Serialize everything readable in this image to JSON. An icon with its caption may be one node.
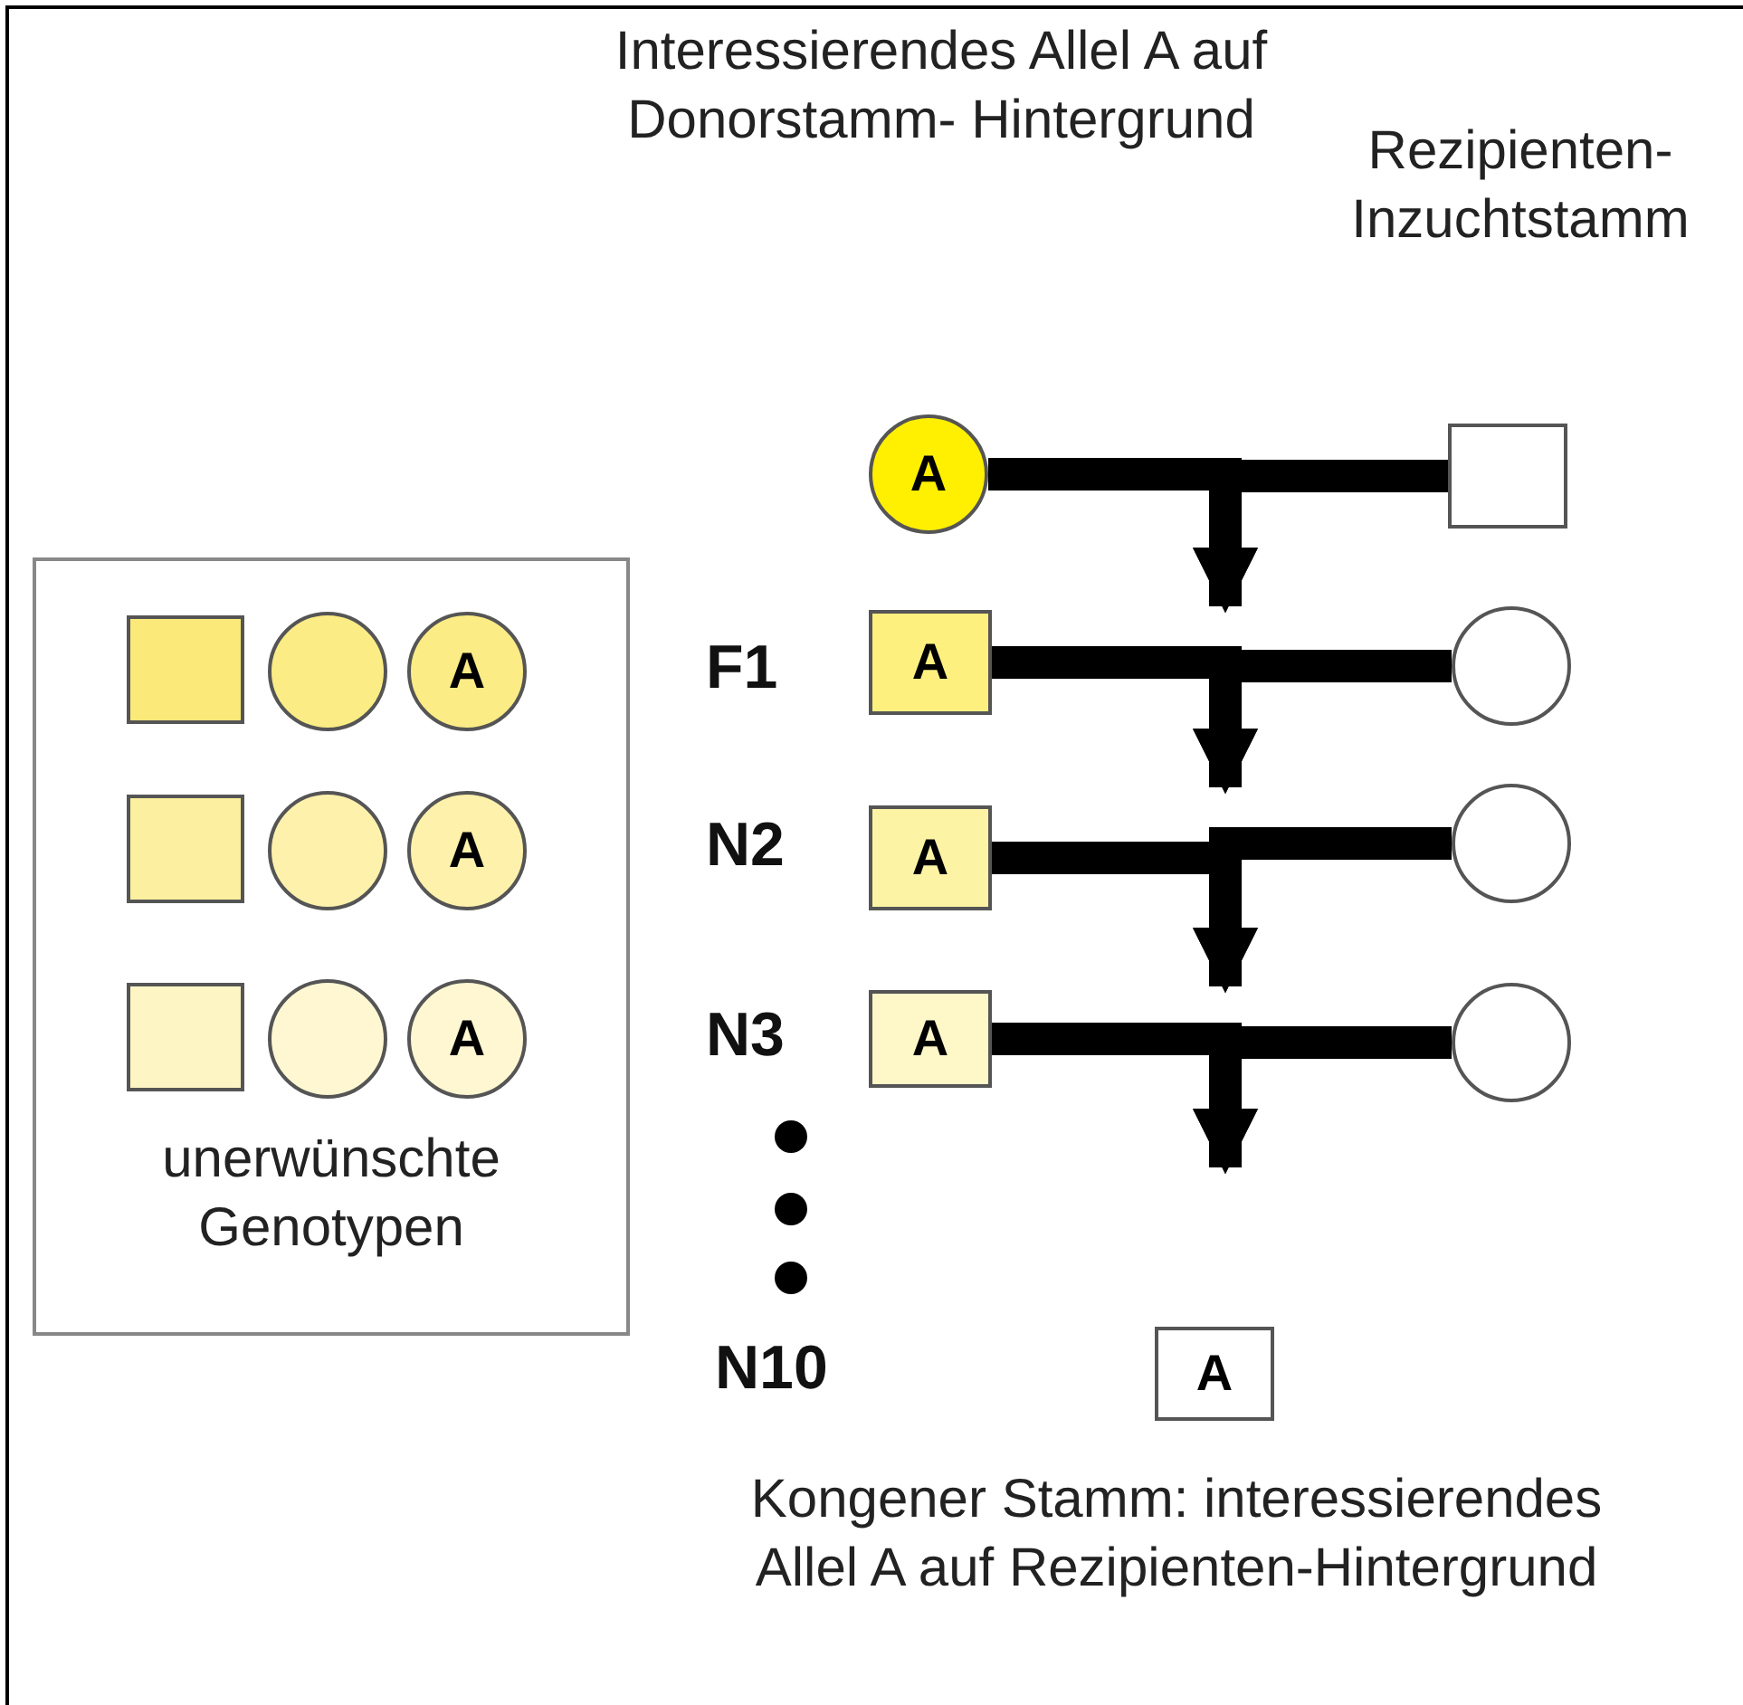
{
  "diagram": {
    "nodes": [
      {
        "text": [
          "A"
        ]
      },
      {
        "text": [],
        "shape": "box"
      },
      {
        "text": [
          "A"
        ],
        "beside": [
          "F1"
        ]
      },
      {
        "text": [],
        "shape": "circle"
      },
      {
        "text": [
          "A"
        ],
        "beside": [
          "N2"
        ]
      },
      {
        "text": [],
        "shape": "circle"
      },
      {
        "text": [
          "A"
        ],
        "beside": [
          "N3"
        ]
      },
      {
        "text": [],
        "shape": "circle"
      },
      {
        "text": [
          "A"
        ]
      },
      {
        "text": [
          "unerwünschte Genotypen"
        ]
      },
      {
        "text": [],
        "shape": "box",
        "in": 9
      },
      {
        "text": [],
        "shape": "circle",
        "in": 9
      },
      {
        "text": [
          "A"
        ],
        "in": 9
      },
      {
        "text": [],
        "shape": "box",
        "in": 9
      },
      {
        "text": [],
        "shape": "circle",
        "in": 9
      },
      {
        "text": [
          "A"
        ],
        "in": 9
      },
      {
        "text": [],
        "shape": "box",
        "in": 9
      },
      {
        "text": [],
        "shape": "circle",
        "in": 9
      },
      {
        "text": [
          "A"
        ],
        "in": 9
      }
    ],
    "edges": [
      {
        "from": 0,
        "to": null,
        "arrow": "to"
      },
      {
        "from": 1,
        "to": null,
        "arrow": "to"
      },
      {
        "from": 2,
        "to": null,
        "arrow": "to"
      },
      {
        "from": 3,
        "to": null,
        "arrow": "to"
      },
      {
        "from": 4,
        "to": null,
        "arrow": "to"
      },
      {
        "from": 5,
        "to": null,
        "arrow": "to"
      },
      {
        "from": 6,
        "to": null,
        "arrow": "to"
      },
      {
        "from": 7,
        "to": null,
        "arrow": "to"
      }
    ],
    "labels": [
      "N10",
      "Interessierendes Allel A auf Donorstamm- Hintergrund",
      "Rezipienten- Inzuchtstamm",
      "Kongener Stamm: interessierendes Allel A auf Rezipienten-Hintergrund"
    ]
  }
}
